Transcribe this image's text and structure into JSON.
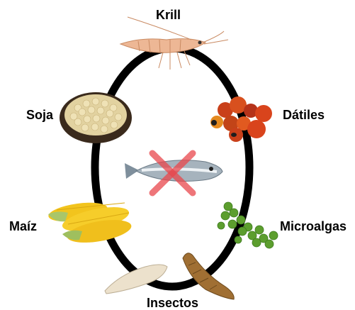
{
  "diagram": {
    "labels": {
      "krill": "Krill",
      "soja": "Soja",
      "datiles": "Dátiles",
      "maiz": "Maíz",
      "microalgas": "Microalgas",
      "insectos": "Insectos"
    }
  },
  "colors": {
    "ring": "#000000",
    "cross": "#e8474c",
    "fish": "#9aa8b4",
    "corn": "#f2c41d",
    "soy": "#e3d3a3",
    "palm": "#d9441c",
    "algae": "#5c9e2e",
    "krill": "#e9b08e",
    "larva": "#e8dcc8",
    "worm": "#9a6a30"
  }
}
